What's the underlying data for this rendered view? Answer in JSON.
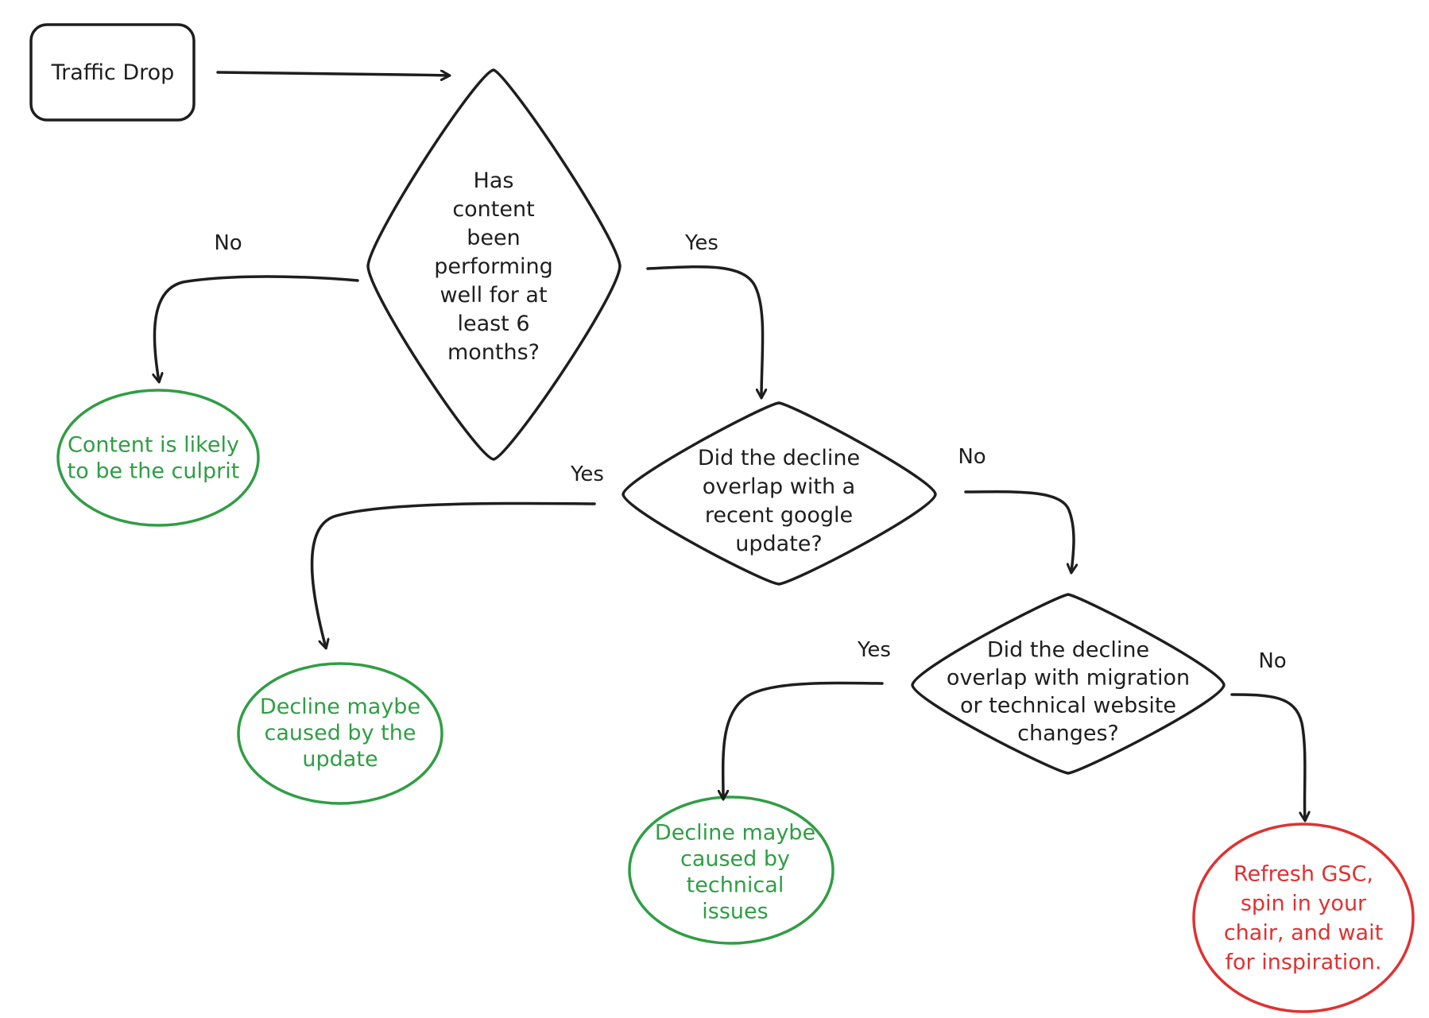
{
  "colors": {
    "stroke": "#1e1e1e",
    "outcome_positive": "#2f9e44",
    "outcome_negative": "#e03131"
  },
  "nodes": {
    "start": {
      "lines": [
        "Traffic Drop"
      ]
    },
    "q1": {
      "lines": [
        "Has",
        "content",
        "been",
        "performing",
        "well for at",
        "least 6",
        "months?"
      ]
    },
    "q2": {
      "lines": [
        "Did the decline",
        "overlap with a",
        "recent google",
        "update?"
      ]
    },
    "q3": {
      "lines": [
        "Did the decline",
        "overlap with migration",
        "or technical website",
        "changes?"
      ]
    },
    "out_content": {
      "lines": [
        "Content is likely",
        "to be the culprit"
      ]
    },
    "out_update": {
      "lines": [
        "Decline maybe",
        "caused by the",
        "update"
      ]
    },
    "out_technical": {
      "lines": [
        "Decline maybe",
        "caused by",
        "technical",
        "issues"
      ]
    },
    "out_refresh": {
      "lines": [
        "Refresh GSC,",
        "spin in your",
        "chair, and wait",
        "for inspiration."
      ]
    }
  },
  "edges": {
    "q1_no": "No",
    "q1_yes": "Yes",
    "q2_yes": "Yes",
    "q2_no": "No",
    "q3_yes": "Yes",
    "q3_no": "No"
  }
}
